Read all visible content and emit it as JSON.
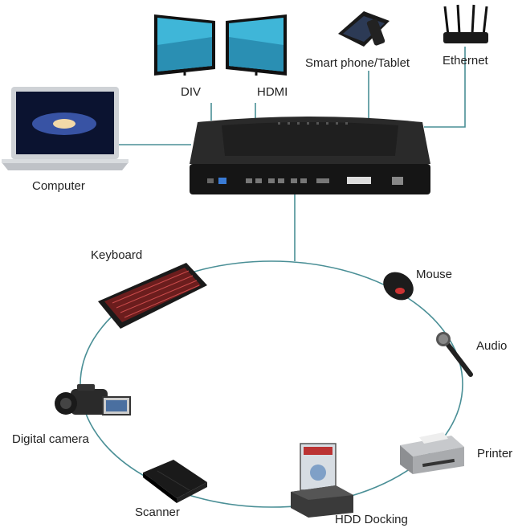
{
  "labels": {
    "div": "DIV",
    "hdmi": "HDMI",
    "smartphone": "Smart phone/Tablet",
    "ethernet": "Ethernet",
    "computer": "Computer",
    "keyboard": "Keyboard",
    "mouse": "Mouse",
    "audio": "Audio",
    "digital_camera": "Digital camera",
    "printer": "Printer",
    "scanner": "Scanner",
    "hdd_docking": "HDD Docking"
  },
  "colors": {
    "connector": "#4a8f96",
    "device_dark": "#1c1c1c",
    "screen_blue": "#3fb6d8"
  }
}
